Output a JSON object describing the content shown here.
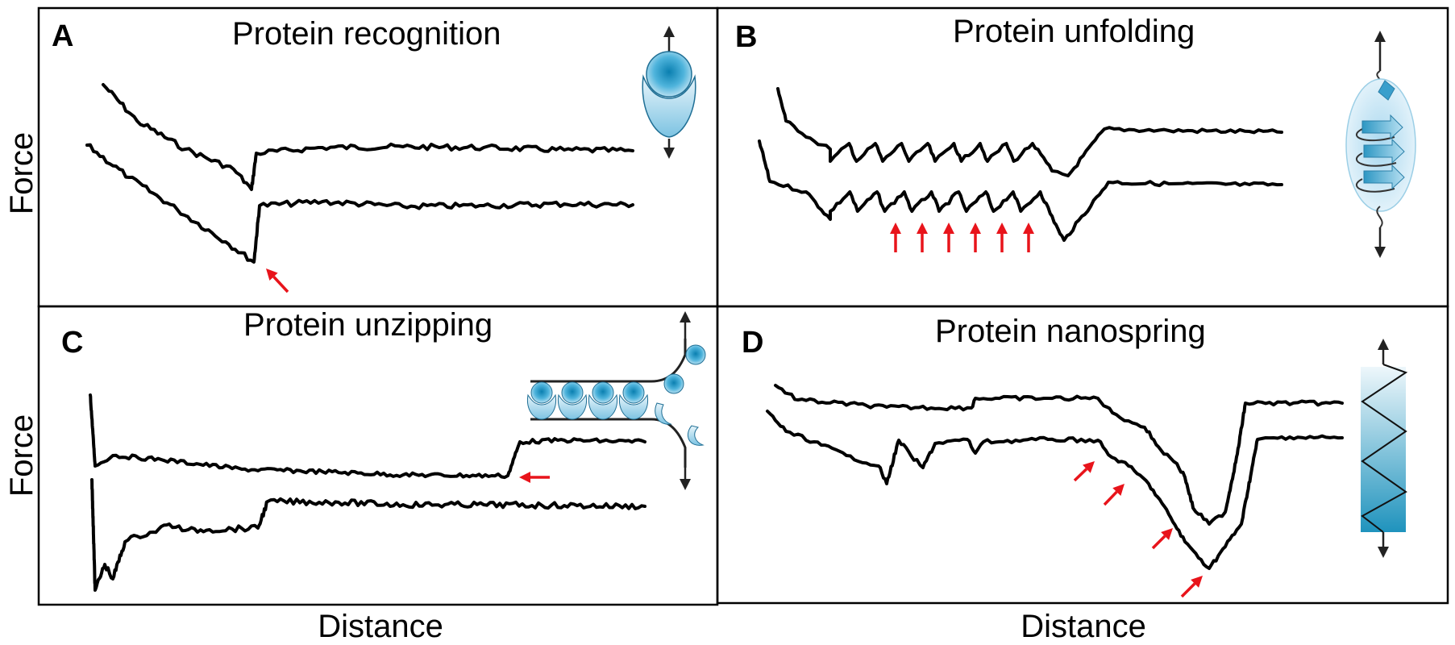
{
  "panels": {
    "a": {
      "letter": "A",
      "title": "Protein recognition"
    },
    "b": {
      "letter": "B",
      "title": "Protein unfolding"
    },
    "c": {
      "letter": "C",
      "title": "Protein unzipping"
    },
    "d": {
      "letter": "D",
      "title": "Protein nanospring"
    }
  },
  "axes": {
    "y_label": "Force",
    "x_label": "Distance"
  },
  "colors": {
    "trace": "#000000",
    "arrow_accent": "#e8141b",
    "protein_blue": "#2a97bf",
    "protein_light": "#cbe6f3"
  }
}
